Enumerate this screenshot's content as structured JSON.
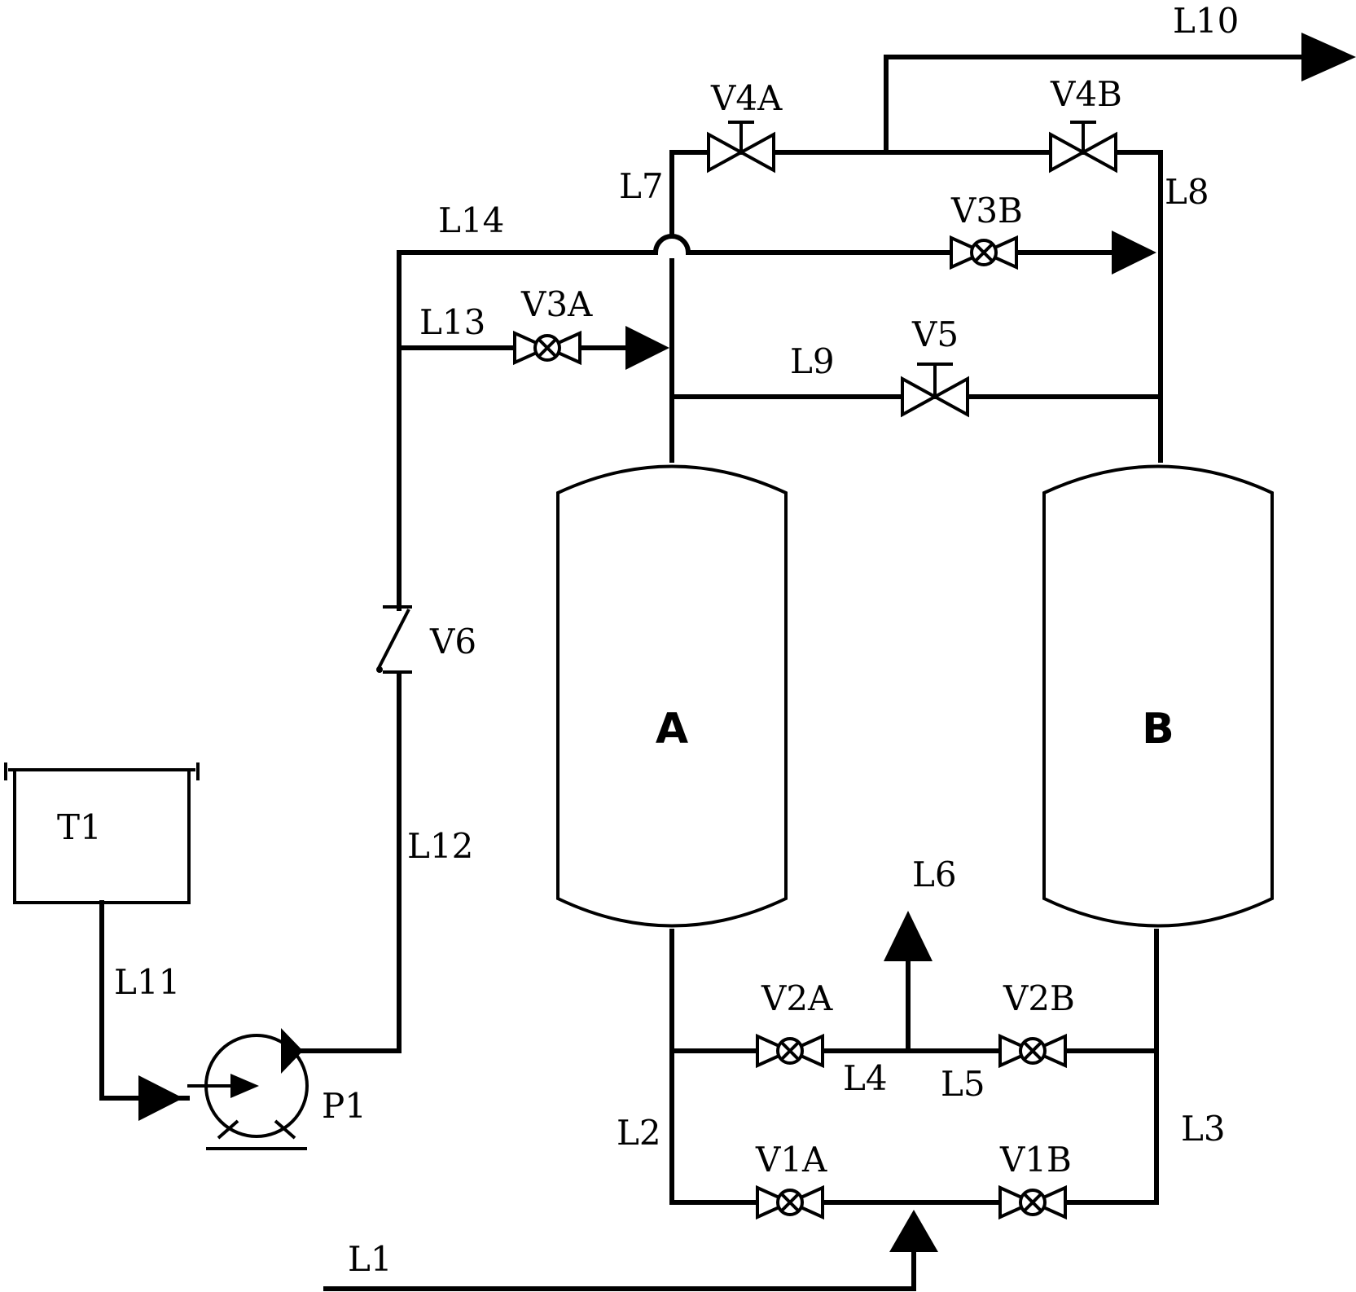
{
  "vessels": {
    "a": "A",
    "b": "B"
  },
  "tank": "T1",
  "pump": "P1",
  "lines": {
    "L1": "L1",
    "L2": "L2",
    "L3": "L3",
    "L4": "L4",
    "L5": "L5",
    "L6": "L6",
    "L7": "L7",
    "L8": "L8",
    "L9": "L9",
    "L10": "L10",
    "L11": "L11",
    "L12": "L12",
    "L13": "L13",
    "L14": "L14"
  },
  "valves": {
    "V1A": "V1A",
    "V1B": "V1B",
    "V2A": "V2A",
    "V2B": "V2B",
    "V3A": "V3A",
    "V3B": "V3B",
    "V4A": "V4A",
    "V4B": "V4B",
    "V5": "V5",
    "V6": "V6"
  }
}
